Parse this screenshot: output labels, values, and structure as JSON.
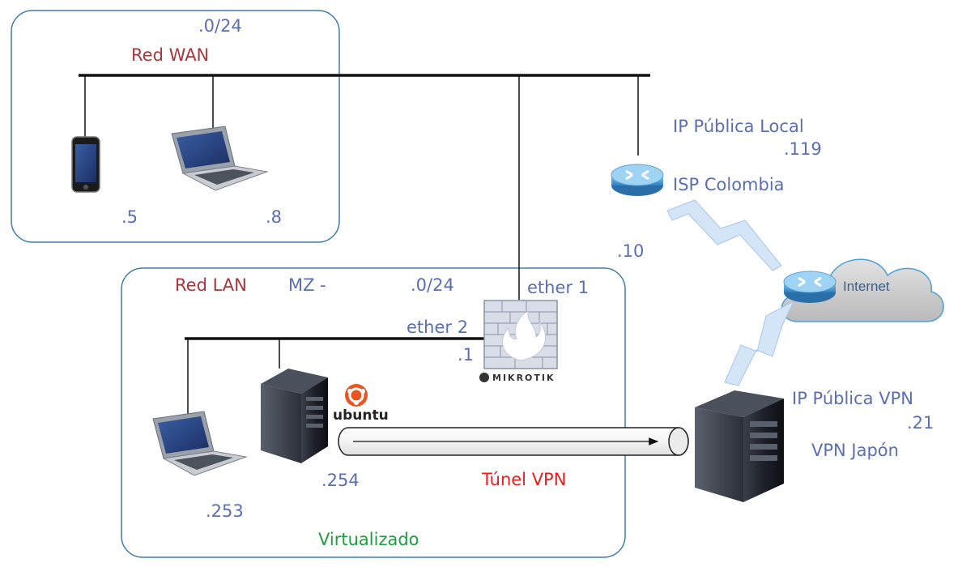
{
  "colors": {
    "box_border": "#3f7fa6",
    "bus": "#111111",
    "label_blue": "#5b6fae",
    "label_red": "#a4373c",
    "tunnel_label": "#ee1c1c",
    "virtual_label": "#1f9e3f",
    "lightning": "#cfe2f6",
    "cloud": "#c8c8c8",
    "router": "#4f9fd6",
    "ubuntu": "#e95420"
  },
  "wan": {
    "title": "Red WAN",
    "subnet": ".0/24",
    "phone_ip": ".5",
    "laptop_ip": ".8"
  },
  "lan": {
    "title": "Red LAN",
    "mz": "MZ -",
    "subnet": ".0/24",
    "footer": "Virtualizado",
    "laptop_ip": ".253",
    "server_ip": ".254"
  },
  "firewall": {
    "brand": "MIKROTIK",
    "ether1": "ether 1",
    "ether2": "ether 2",
    "wan_ip": ".10",
    "lan_ip": ".1"
  },
  "isp": {
    "public_ip_label": "IP Pública Local",
    "public_ip": ".119",
    "name": "ISP Colombia"
  },
  "internet": {
    "label": "Internet"
  },
  "vpn_server": {
    "public_ip_label": "IP Pública VPN",
    "public_ip": ".21",
    "name": "VPN Japón"
  },
  "tunnel": {
    "label": "Túnel VPN"
  },
  "ubuntu": {
    "label": "ubuntu"
  },
  "icons": [
    "phone-icon",
    "laptop-icon",
    "server-icon",
    "firewall-icon",
    "router-icon",
    "cloud-icon",
    "ubuntu-logo-icon"
  ]
}
